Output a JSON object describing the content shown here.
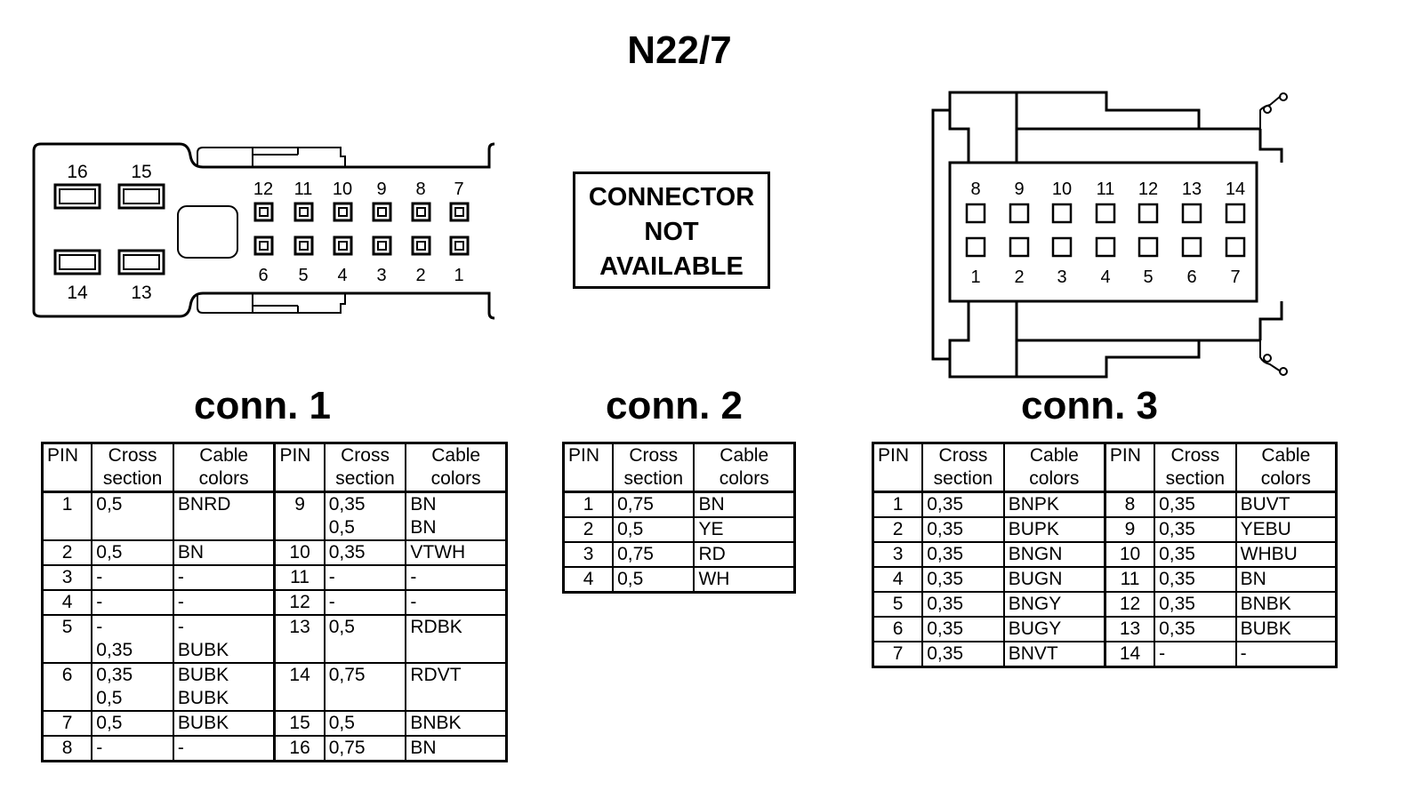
{
  "title": "N22/7",
  "connectors": [
    {
      "label": "conn. 1",
      "pin_labels_top": [
        "12",
        "11",
        "10",
        "9",
        "8",
        "7"
      ],
      "pin_labels_bottom": [
        "6",
        "5",
        "4",
        "3",
        "2",
        "1"
      ],
      "large_pin_labels": {
        "top": [
          "16",
          "15"
        ],
        "bottom": [
          "14",
          "13"
        ]
      },
      "headers": {
        "pin": "PIN",
        "cross": "Cross section",
        "cable": "Cable colors"
      },
      "rows": [
        {
          "l_pin": "1",
          "l_cross": [
            "0,5"
          ],
          "l_cable": [
            "BNRD"
          ],
          "r_pin": "9",
          "r_cross": [
            "0,35",
            "0,5"
          ],
          "r_cable": [
            "BN",
            "BN"
          ]
        },
        {
          "l_pin": "2",
          "l_cross": [
            "0,5"
          ],
          "l_cable": [
            "BN"
          ],
          "r_pin": "10",
          "r_cross": [
            "0,35"
          ],
          "r_cable": [
            "VTWH"
          ]
        },
        {
          "l_pin": "3",
          "l_cross": [
            "-"
          ],
          "l_cable": [
            "-"
          ],
          "r_pin": "11",
          "r_cross": [
            "-"
          ],
          "r_cable": [
            "-"
          ]
        },
        {
          "l_pin": "4",
          "l_cross": [
            "-"
          ],
          "l_cable": [
            "-"
          ],
          "r_pin": "12",
          "r_cross": [
            "-"
          ],
          "r_cable": [
            "-"
          ]
        },
        {
          "l_pin": "5",
          "l_cross": [
            "-",
            "0,35"
          ],
          "l_cable": [
            "-",
            "BUBK"
          ],
          "r_pin": "13",
          "r_cross": [
            "0,5"
          ],
          "r_cable": [
            "RDBK"
          ]
        },
        {
          "l_pin": "6",
          "l_cross": [
            "0,35",
            "0,5"
          ],
          "l_cable": [
            "BUBK",
            "BUBK"
          ],
          "r_pin": "14",
          "r_cross": [
            "0,75"
          ],
          "r_cable": [
            "RDVT"
          ]
        },
        {
          "l_pin": "7",
          "l_cross": [
            "0,5"
          ],
          "l_cable": [
            "BUBK"
          ],
          "r_pin": "15",
          "r_cross": [
            "0,5"
          ],
          "r_cable": [
            "BNBK"
          ]
        },
        {
          "l_pin": "8",
          "l_cross": [
            "-"
          ],
          "l_cable": [
            "-"
          ],
          "r_pin": "16",
          "r_cross": [
            "0,75"
          ],
          "r_cable": [
            "BN"
          ]
        }
      ]
    },
    {
      "label": "conn. 2",
      "placeholder_lines": [
        "CONNECTOR",
        "NOT",
        "AVAILABLE"
      ],
      "headers": {
        "pin": "PIN",
        "cross": "Cross section",
        "cable": "Cable colors"
      },
      "rows": [
        {
          "pin": "1",
          "cross": "0,75",
          "cable": "BN"
        },
        {
          "pin": "2",
          "cross": "0,5",
          "cable": "YE"
        },
        {
          "pin": "3",
          "cross": "0,75",
          "cable": "RD"
        },
        {
          "pin": "4",
          "cross": "0,5",
          "cable": "WH"
        }
      ]
    },
    {
      "label": "conn. 3",
      "pin_labels_top": [
        "8",
        "9",
        "10",
        "11",
        "12",
        "13",
        "14"
      ],
      "pin_labels_bottom": [
        "1",
        "2",
        "3",
        "4",
        "5",
        "6",
        "7"
      ],
      "headers": {
        "pin": "PIN",
        "cross": "Cross section",
        "cable": "Cable colors"
      },
      "rows": [
        {
          "l_pin": "1",
          "l_cross": [
            "0,35"
          ],
          "l_cable": [
            "BNPK"
          ],
          "r_pin": "8",
          "r_cross": [
            "0,35"
          ],
          "r_cable": [
            "BUVT"
          ]
        },
        {
          "l_pin": "2",
          "l_cross": [
            "0,35"
          ],
          "l_cable": [
            "BUPK"
          ],
          "r_pin": "9",
          "r_cross": [
            "0,35"
          ],
          "r_cable": [
            "YEBU"
          ]
        },
        {
          "l_pin": "3",
          "l_cross": [
            "0,35"
          ],
          "l_cable": [
            "BNGN"
          ],
          "r_pin": "10",
          "r_cross": [
            "0,35"
          ],
          "r_cable": [
            "WHBU"
          ]
        },
        {
          "l_pin": "4",
          "l_cross": [
            "0,35"
          ],
          "l_cable": [
            "BUGN"
          ],
          "r_pin": "11",
          "r_cross": [
            "0,35"
          ],
          "r_cable": [
            "BN"
          ]
        },
        {
          "l_pin": "5",
          "l_cross": [
            "0,35"
          ],
          "l_cable": [
            "BNGY"
          ],
          "r_pin": "12",
          "r_cross": [
            "0,35"
          ],
          "r_cable": [
            "BNBK"
          ]
        },
        {
          "l_pin": "6",
          "l_cross": [
            "0,35"
          ],
          "l_cable": [
            "BUGY"
          ],
          "r_pin": "13",
          "r_cross": [
            "0,35"
          ],
          "r_cable": [
            "BUBK"
          ]
        },
        {
          "l_pin": "7",
          "l_cross": [
            "0,35"
          ],
          "l_cable": [
            "BNVT"
          ],
          "r_pin": "14",
          "r_cross": [
            "-"
          ],
          "r_cable": [
            "-"
          ]
        }
      ]
    }
  ]
}
